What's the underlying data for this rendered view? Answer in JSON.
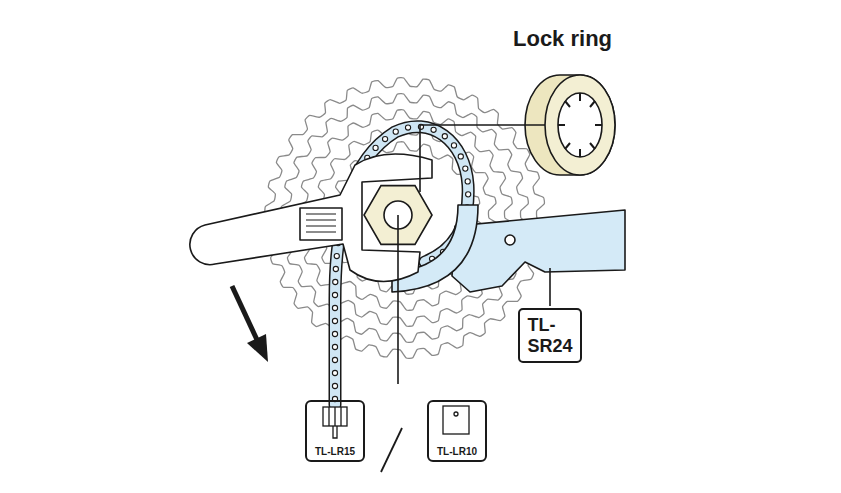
{
  "diagram": {
    "nodes": [
      {
        "text": [
          "TL-SR24"
        ]
      },
      {
        "text": [
          "TL-LR15"
        ]
      },
      {
        "text": [
          "TL-LR10"
        ]
      }
    ],
    "labels": [
      "Lock ring"
    ]
  }
}
